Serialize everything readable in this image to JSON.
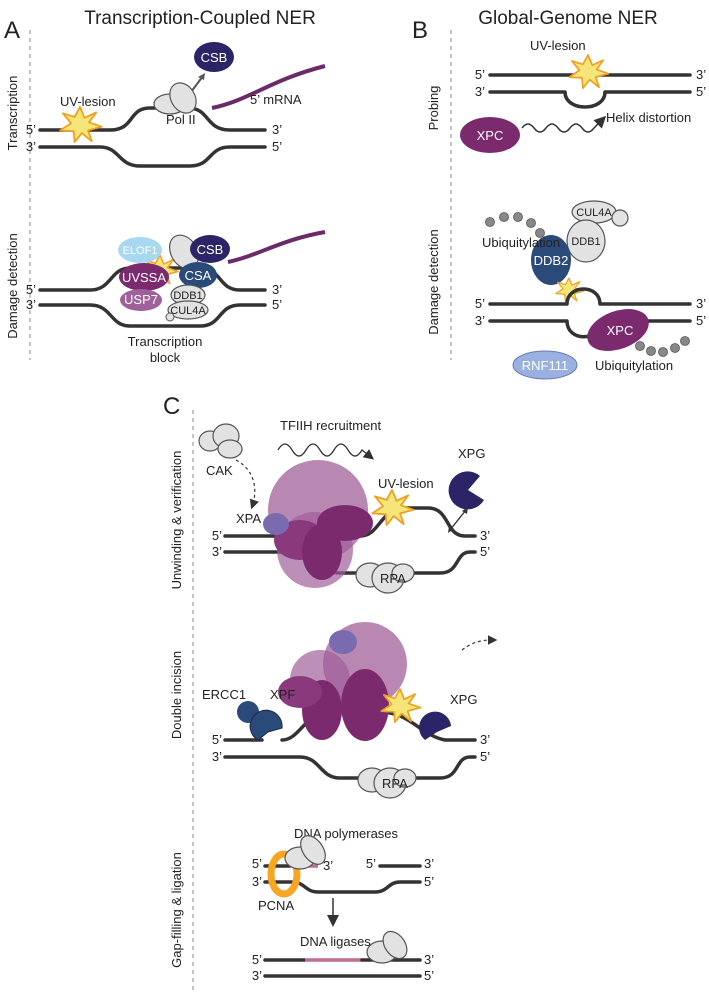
{
  "panel_a": {
    "letter": "A",
    "title": "Transcription-Coupled NER",
    "side_transcription": "Transcription",
    "side_damage": "Damage detection",
    "csb": "CSB",
    "mrna": "5’ mRNA",
    "uv_lesion": "UV-lesion",
    "pol2": "Pol II",
    "five": "5’",
    "three": "3’",
    "elof1": "ELOF1",
    "uvssa": "UVSSA",
    "usp7": "USP7",
    "csb2": "CSB",
    "csa": "CSA",
    "ddb1": "DDB1",
    "cul4a": "CUL4A",
    "block_1": "Transcription",
    "block_2": "block"
  },
  "panel_b": {
    "letter": "B",
    "title": "Global-Genome NER",
    "side_probing": "Probing",
    "side_damage": "Damage detection",
    "uv_lesion": "UV-lesion",
    "five": "5’",
    "three": "3’",
    "xpc": "XPC",
    "helix": "Helix distortion",
    "cul4a": "CUL4A",
    "ddb1": "DDB1",
    "ddb2": "DDB2",
    "ubiq1": "Ubiquitylation",
    "ubiq2": "Ubiquitylation",
    "xpc2": "XPC",
    "rnf111": "RNF111"
  },
  "panel_c": {
    "letter": "C",
    "side_unwinding": "Unwinding & verification",
    "side_incision": "Double incision",
    "side_gap": "Gap-filling & ligation",
    "tfiih": "TFIIH recruitment",
    "cak": "CAK",
    "xpa": "XPA",
    "uv_lesion": "UV-lesion",
    "xpg": "XPG",
    "rpa": "RPA",
    "ercc1": "ERCC1",
    "xpf": "XPF",
    "xpg2": "XPG",
    "rpa2": "RPA",
    "polymerases": "DNA polymerases",
    "pcna": "PCNA",
    "ligases": "DNA ligases",
    "five": "5’",
    "three": "3’"
  },
  "colors": {
    "csb": "#2b2466",
    "purple_dark": "#7b2a6e",
    "purple_mid": "#a0609a",
    "blue_dark": "#2a4a7a",
    "blue_light": "#9ab0e0",
    "cyan": "#a8d8f0",
    "grey": "#e2e2e2",
    "orange": "#f6a623",
    "navy": "#2b2466",
    "pink": "#c06b94"
  }
}
